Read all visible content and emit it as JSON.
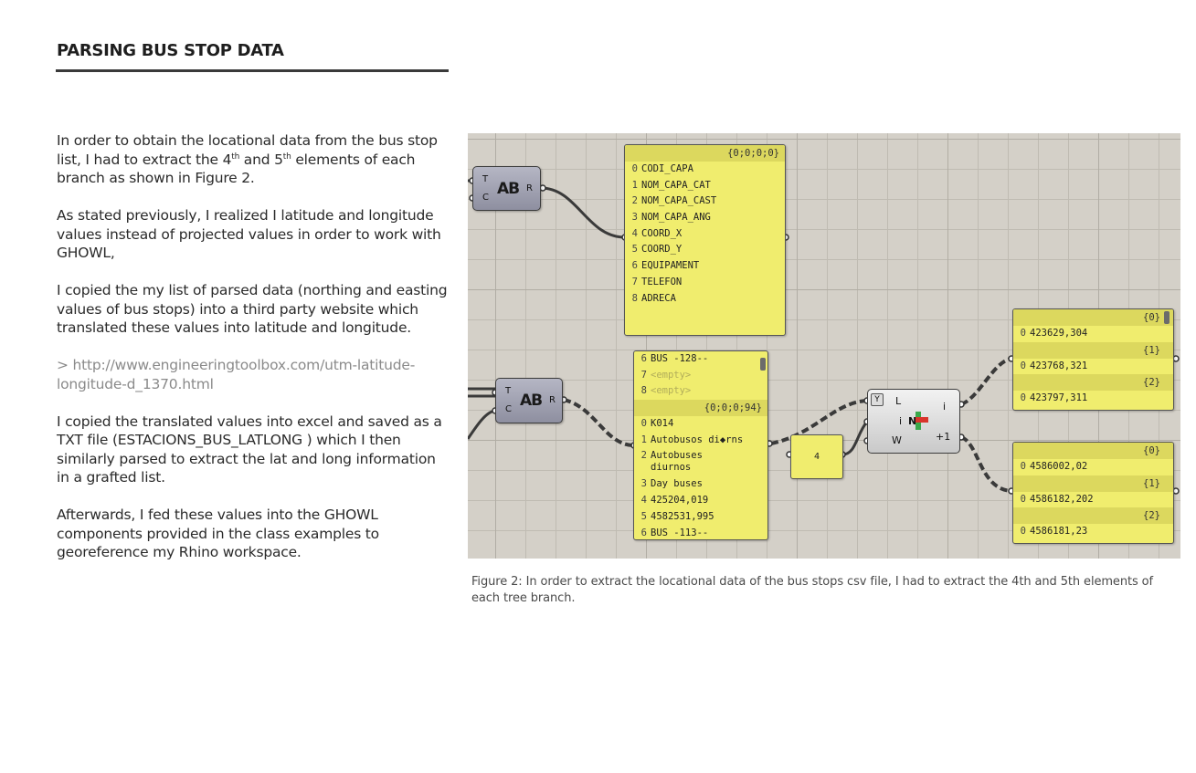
{
  "heading": "PARSING BUS STOP DATA",
  "paragraphs": {
    "p1_before_4": "In order to obtain the locational data from the bus stop list, I had to extract the 4",
    "p1_sup_a": "th",
    "p1_mid": " and 5",
    "p1_sup_b": "th",
    "p1_after": " elements of each branch as shown in Figure 2.",
    "p2": "As stated previously, I realized I latitude and longitude values instead of projected values in order to work with GHOWL,",
    "p3": "I copied the my list of parsed data (northing and easting values of bus stops) into a third party website which translated these values into latitude and longitude.",
    "link": "> http://www.engineeringtoolbox.com/utm-latitude-longitude-d_1370.html",
    "p4": "I copied the translated values into excel and saved as a TXT file (ESTACIONS_BUS_LATLONG ) which I then similarly parsed to extract the lat and long information in a grafted list.",
    "p5": "Afterwards, I fed these values into the GHOWL components provided in the class examples to georeference my Rhino workspace."
  },
  "diagram": {
    "split_text_1": {
      "in_t": "T",
      "in_c": "C",
      "out_r": "R",
      "glyph": "AB"
    },
    "split_text_2": {
      "in_t": "T",
      "in_c": "C",
      "out_r": "R",
      "glyph": "AB"
    },
    "header_panel": {
      "path": "{0;0;0;0}",
      "rows": [
        {
          "i": "0",
          "v": "CODI_CAPA"
        },
        {
          "i": "1",
          "v": "NOM_CAPA_CAT"
        },
        {
          "i": "2",
          "v": "NOM_CAPA_CAST"
        },
        {
          "i": "3",
          "v": "NOM_CAPA_ANG"
        },
        {
          "i": "4",
          "v": "COORD_X"
        },
        {
          "i": "5",
          "v": "COORD_Y"
        },
        {
          "i": "6",
          "v": "EQUIPAMENT"
        },
        {
          "i": "7",
          "v": "TELEFON"
        },
        {
          "i": "8",
          "v": "ADRECA"
        }
      ]
    },
    "data_panel": {
      "top_rows": [
        {
          "i": "6",
          "v": "BUS -128--",
          "empty": false
        },
        {
          "i": "7",
          "v": "<empty>",
          "empty": true
        },
        {
          "i": "8",
          "v": "<empty>",
          "empty": true
        }
      ],
      "path": "{0;0;0;94}",
      "rows": [
        {
          "i": "0",
          "v": "K014"
        },
        {
          "i": "1",
          "v": "Autobusos di◆rns"
        },
        {
          "i": "2",
          "v": "Autobuses\ndiurnos"
        },
        {
          "i": "3",
          "v": "Day buses"
        },
        {
          "i": "4",
          "v": "425204,019"
        },
        {
          "i": "5",
          "v": "4582531,995"
        },
        {
          "i": "6",
          "v": "BUS -113--"
        }
      ]
    },
    "number_panel": {
      "value": "4"
    },
    "list_item": {
      "in_l": "L",
      "in_i": "i",
      "in_w": "W",
      "out_i": "i",
      "out_plus": "+1",
      "glyph": "N"
    },
    "out_panel_x": {
      "branches": [
        {
          "path": "{0}",
          "i": "0",
          "v": "423629,304"
        },
        {
          "path": "{1}",
          "i": "0",
          "v": "423768,321"
        },
        {
          "path": "{2}",
          "i": "0",
          "v": "423797,311"
        }
      ]
    },
    "out_panel_y": {
      "branches": [
        {
          "path": "{0}",
          "i": "0",
          "v": "4586002,02"
        },
        {
          "path": "{1}",
          "i": "0",
          "v": "4586182,202"
        },
        {
          "path": "{2}",
          "i": "0",
          "v": "4586181,23"
        }
      ]
    }
  },
  "caption": "Figure 2: In order to extract the locational data of the bus stops csv file, I had to extract the 4th and 5th elements of each tree branch."
}
